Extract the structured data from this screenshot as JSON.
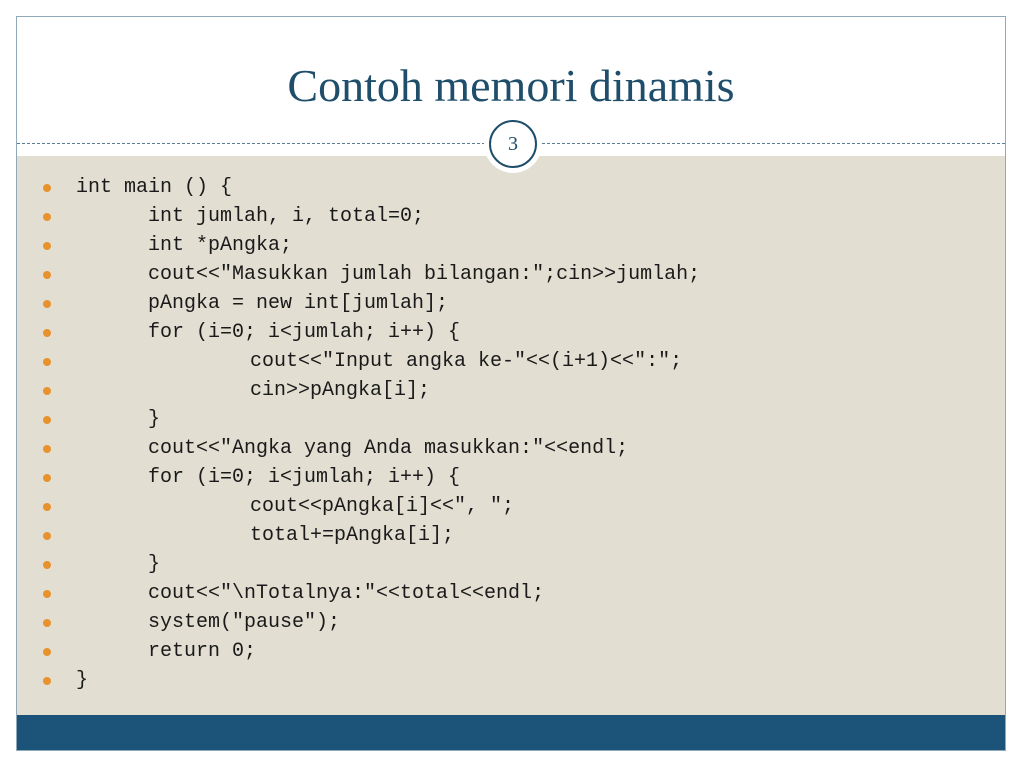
{
  "slide": {
    "title": "Contoh memori dinamis",
    "page_number": "3",
    "colors": {
      "title": "#1f4e6b",
      "bullet": "#e8922e",
      "content_background": "#e2ded2",
      "footer": "#1c5378"
    },
    "code_lines": [
      {
        "indent": 0,
        "text": "int main () {"
      },
      {
        "indent": 1,
        "text": "int jumlah, i, total=0;"
      },
      {
        "indent": 1,
        "text": "int *pAngka;"
      },
      {
        "indent": 1,
        "text": "cout<<\"Masukkan jumlah bilangan:\";cin>>jumlah;"
      },
      {
        "indent": 1,
        "text": "pAngka = new int[jumlah];"
      },
      {
        "indent": 1,
        "text": "for (i=0; i<jumlah; i++) {"
      },
      {
        "indent": 2,
        "text": "cout<<\"Input angka ke-\"<<(i+1)<<\":\";"
      },
      {
        "indent": 2,
        "text": "cin>>pAngka[i];"
      },
      {
        "indent": 1,
        "text": "}"
      },
      {
        "indent": 1,
        "text": "cout<<\"Angka yang Anda masukkan:\"<<endl;"
      },
      {
        "indent": 1,
        "text": "for (i=0; i<jumlah; i++) {"
      },
      {
        "indent": 2,
        "text": "cout<<pAngka[i]<<\", \";"
      },
      {
        "indent": 2,
        "text": "total+=pAngka[i];"
      },
      {
        "indent": 1,
        "text": "}"
      },
      {
        "indent": 1,
        "text": "cout<<\"\\nTotalnya:\"<<total<<endl;"
      },
      {
        "indent": 1,
        "text": "system(\"pause\");"
      },
      {
        "indent": 1,
        "text": "return 0;"
      },
      {
        "indent": 0,
        "text": "}"
      }
    ]
  }
}
